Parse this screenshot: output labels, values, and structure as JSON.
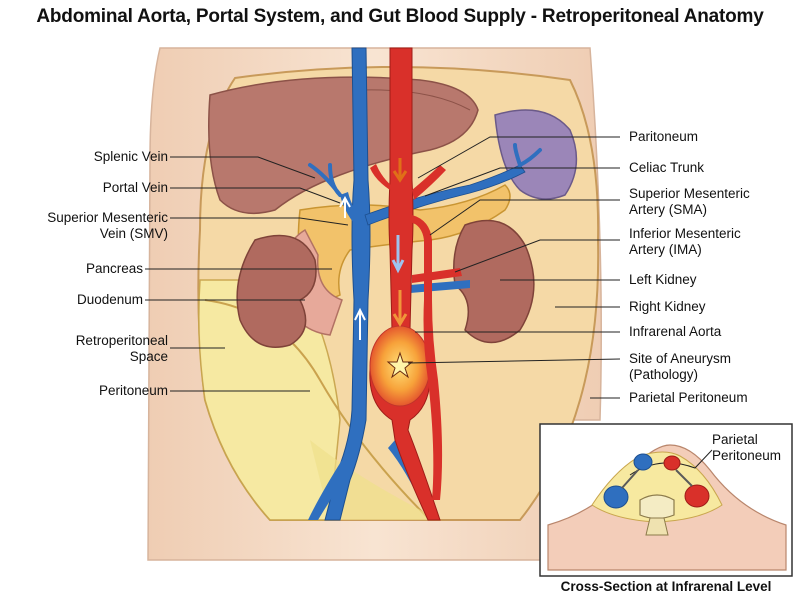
{
  "title": "Abdominal Aorta, Portal System, and Gut Blood Supply - Retroperitoneal Anatomy",
  "labels_left": {
    "splenic_vein": "Splenic Vein",
    "portal_vein": "Portal Vein",
    "smv_1": "Superior Mesenteric",
    "smv_2": "Vein (SMV)",
    "pancreas": "Pancreas",
    "duodenum": "Duodenum",
    "retro_1": "Retroperitoneal",
    "retro_2": "Space",
    "peritoneum": "Peritoneum"
  },
  "labels_right": {
    "paritoneum": "Paritoneum",
    "celiac_trunk": "Celiac Trunk",
    "sma_1": "Superior Mesenteric",
    "sma_2": "Artery (SMA)",
    "ima_1": "Inferior Mesenteric",
    "ima_2": "Artery (IMA)",
    "left_kidney": "Left Kidney",
    "right_kidney": "Right Kidney",
    "infrarenal_aorta": "Infrarenal Aorta",
    "aneurysm_1": "Site of Aneurysm",
    "aneurysm_2": "(Pathology)",
    "parietal_peritoneum": "Parietal Peritoneum"
  },
  "inset": {
    "label_1": "Parietal",
    "label_2": "Peritoneum",
    "caption": "Cross-Section at Infrarenal Level"
  },
  "colors": {
    "artery": "#d9302a",
    "vein": "#2f6fbf",
    "liver": "#b8786d",
    "kidney": "#b06a5f",
    "spleen": "#9b86b8",
    "pancreas": "#f2c26a",
    "retroperitoneum": "#f7e9a0",
    "body": "#f6dcc7",
    "aneurysm": "#f6a53a"
  }
}
